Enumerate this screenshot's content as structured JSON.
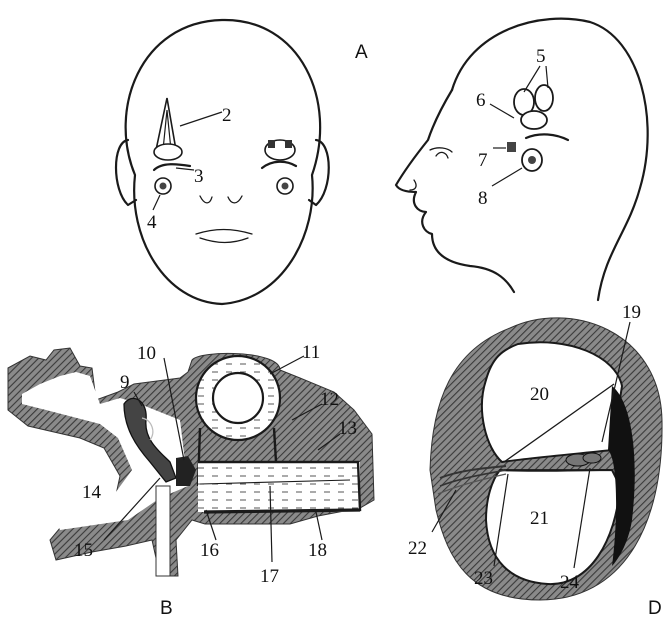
{
  "panels": {
    "a": "A",
    "b": "B",
    "d": "D"
  },
  "labels": {
    "n2": "2",
    "n3": "3",
    "n4": "4",
    "n5": "5",
    "n6": "6",
    "n7": "7",
    "n8": "8",
    "n9": "9",
    "n10": "10",
    "n11": "11",
    "n12": "12",
    "n13": "13",
    "n14": "14",
    "n15": "15",
    "n16": "16",
    "n17": "17",
    "n18": "18",
    "n19": "19",
    "n20": "20",
    "n21": "21",
    "n22": "22",
    "n23": "23",
    "n24": "24"
  }
}
